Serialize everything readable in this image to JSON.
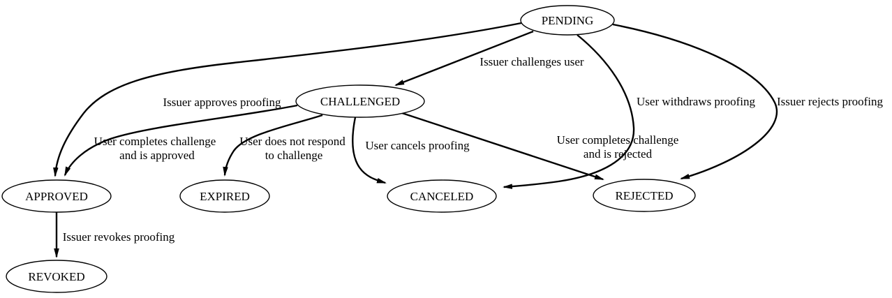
{
  "diagram": {
    "kind": "state-machine",
    "colors": {
      "background": "#ffffff",
      "node_fill": "#ffffff",
      "stroke": "#000000",
      "text": "#000000"
    },
    "nodes": {
      "pending": {
        "label": "PENDING"
      },
      "challenged": {
        "label": "CHALLENGED"
      },
      "approved": {
        "label": "APPROVED"
      },
      "expired": {
        "label": "EXPIRED"
      },
      "canceled": {
        "label": "CANCELED"
      },
      "rejected": {
        "label": "REJECTED"
      },
      "revoked": {
        "label": "REVOKED"
      }
    },
    "edges": {
      "pending_challenged": {
        "from": "PENDING",
        "to": "CHALLENGED",
        "label": "Issuer challenges user"
      },
      "pending_approved": {
        "from": "PENDING",
        "to": "APPROVED",
        "label": "Issuer approves proofing"
      },
      "pending_canceled": {
        "from": "PENDING",
        "to": "CANCELED",
        "label": "User withdraws proofing"
      },
      "pending_rejected": {
        "from": "PENDING",
        "to": "REJECTED",
        "label": "Issuer rejects proofing"
      },
      "challenged_approved": {
        "from": "CHALLENGED",
        "to": "APPROVED",
        "label_line1": "User completes challenge",
        "label_line2": "and is approved"
      },
      "challenged_expired": {
        "from": "CHALLENGED",
        "to": "EXPIRED",
        "label_line1": "User does not respond",
        "label_line2": "to challenge"
      },
      "challenged_canceled": {
        "from": "CHALLENGED",
        "to": "CANCELED",
        "label": "User cancels proofing"
      },
      "challenged_rejected": {
        "from": "CHALLENGED",
        "to": "REJECTED",
        "label_line1": "User completes challenge",
        "label_line2": "and is rejected"
      },
      "approved_revoked": {
        "from": "APPROVED",
        "to": "REVOKED",
        "label": "Issuer revokes proofing"
      }
    }
  }
}
